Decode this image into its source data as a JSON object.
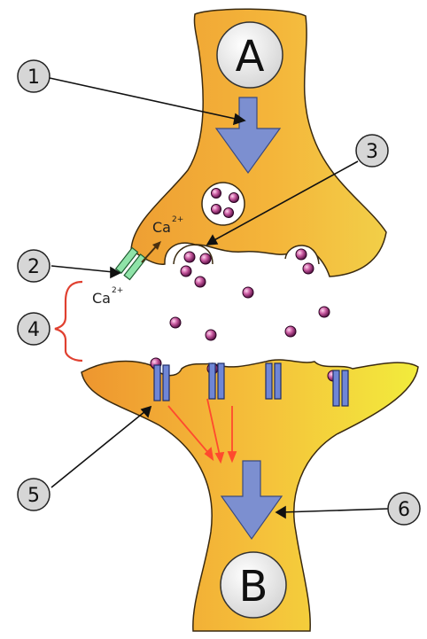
{
  "neurons": {
    "presynaptic_label": "A",
    "postsynaptic_label": "B"
  },
  "ions": {
    "inside": {
      "symbol": "Ca",
      "charge": "2+"
    },
    "outside": {
      "symbol": "Ca",
      "charge": "2+"
    }
  },
  "markers": [
    "1",
    "2",
    "3",
    "4",
    "5",
    "6"
  ],
  "colors": {
    "neuron_light": "#f6c640",
    "neuron_dark": "#e89a2e",
    "post_light": "#f3e840",
    "arrow_fill": "#7c8fd0",
    "receptor": "#6f86d6",
    "channel": "#8fe3a8",
    "vesicle": "#a0307a",
    "bracket": "#e04030",
    "signal": "#ff4a2e"
  }
}
